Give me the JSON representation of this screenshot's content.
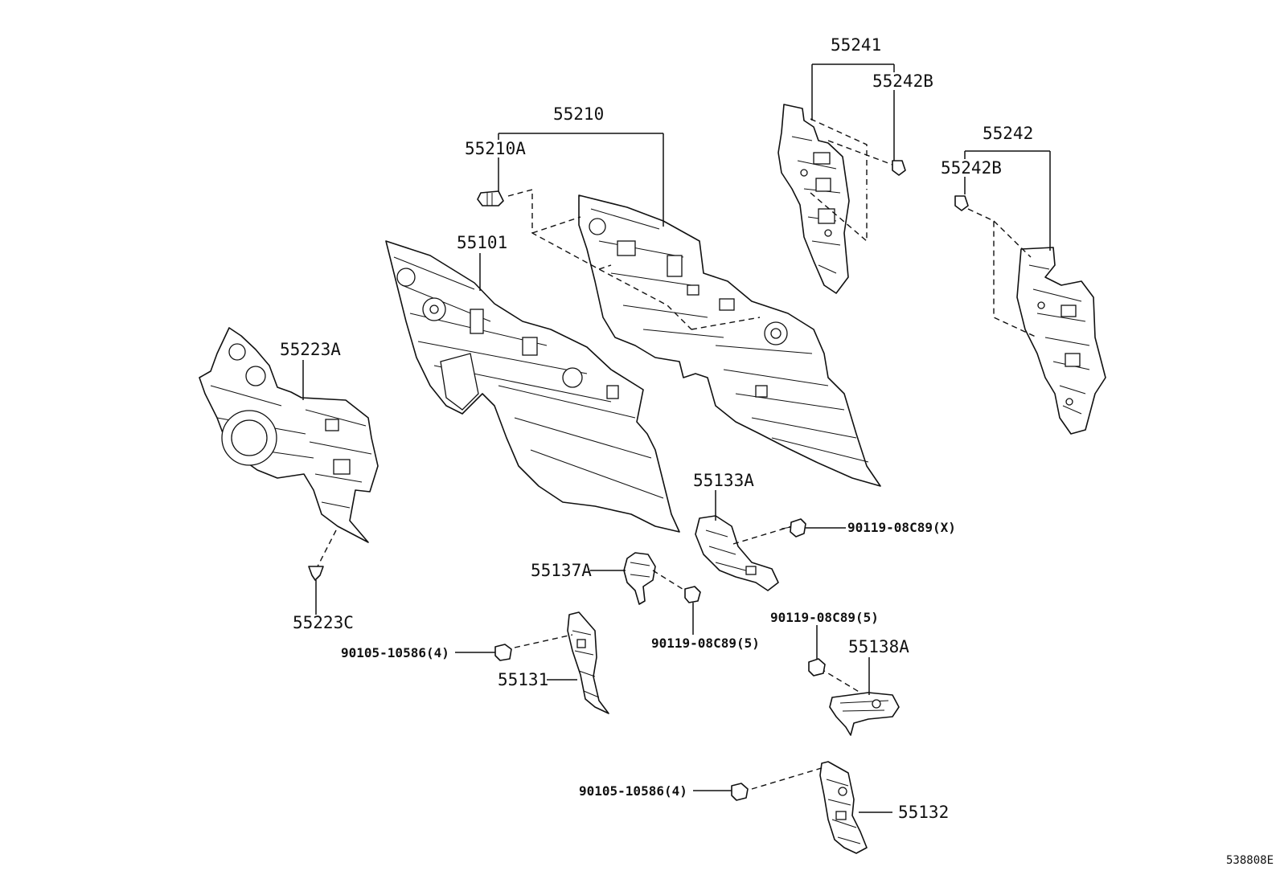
{
  "labels": {
    "l55241": "55241",
    "l55242B_a": "55242B",
    "l55210": "55210",
    "l55210A": "55210A",
    "l55242": "55242",
    "l55242B_b": "55242B",
    "l55101": "55101",
    "l55223A": "55223A",
    "l55133A": "55133A",
    "l90119X": "90119-08C89(X)",
    "l55137A": "55137A",
    "l90119_5a": "90119-08C89(5)",
    "l90119_5b": "90119-08C89(5)",
    "l55223C": "55223C",
    "l90105a": "90105-10586(4)",
    "l55131": "55131",
    "l55138A": "55138A",
    "l90105b": "90105-10586(4)",
    "l55132": "55132",
    "diagram_id": "538808E"
  }
}
